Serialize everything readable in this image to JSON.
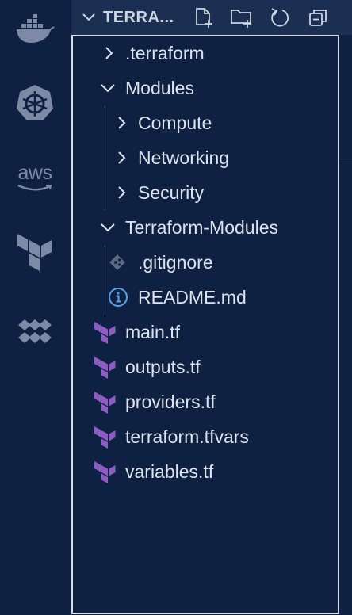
{
  "activity_bar": {
    "items": [
      {
        "name": "docker-icon"
      },
      {
        "name": "kubernetes-icon"
      },
      {
        "name": "aws-icon",
        "text": "aws"
      },
      {
        "name": "terraform-icon"
      },
      {
        "name": "dots-grid-icon"
      }
    ]
  },
  "explorer": {
    "section_title": "TERRA...",
    "actions": [
      "new-file-icon",
      "new-folder-icon",
      "refresh-icon",
      "collapse-all-icon"
    ],
    "tree": [
      {
        "label": ".terraform",
        "type": "folder",
        "expanded": false
      },
      {
        "label": "Modules",
        "type": "folder",
        "expanded": true
      },
      {
        "label": "Compute",
        "type": "folder",
        "expanded": false
      },
      {
        "label": "Networking",
        "type": "folder",
        "expanded": false
      },
      {
        "label": "Security",
        "type": "folder",
        "expanded": false
      },
      {
        "label": "Terraform-Modules",
        "type": "folder",
        "expanded": true
      },
      {
        "label": ".gitignore",
        "type": "file",
        "icon": "git-icon"
      },
      {
        "label": "README.md",
        "type": "file",
        "icon": "info-icon"
      },
      {
        "label": "main.tf",
        "type": "file",
        "icon": "terraform-file-icon"
      },
      {
        "label": "outputs.tf",
        "type": "file",
        "icon": "terraform-file-icon"
      },
      {
        "label": "providers.tf",
        "type": "file",
        "icon": "terraform-file-icon"
      },
      {
        "label": "terraform.tfvars",
        "type": "file",
        "icon": "terraform-file-icon"
      },
      {
        "label": "variables.tf",
        "type": "file",
        "icon": "terraform-file-icon"
      }
    ]
  },
  "colors": {
    "background": "#0f2142",
    "header": "#1a2f52",
    "text": "#dde3ec",
    "icon_muted": "#7c8aa6",
    "terraform_purple": "#8f5bc4",
    "info_blue": "#5aa0e6",
    "focus_border": "#d8dee8"
  }
}
